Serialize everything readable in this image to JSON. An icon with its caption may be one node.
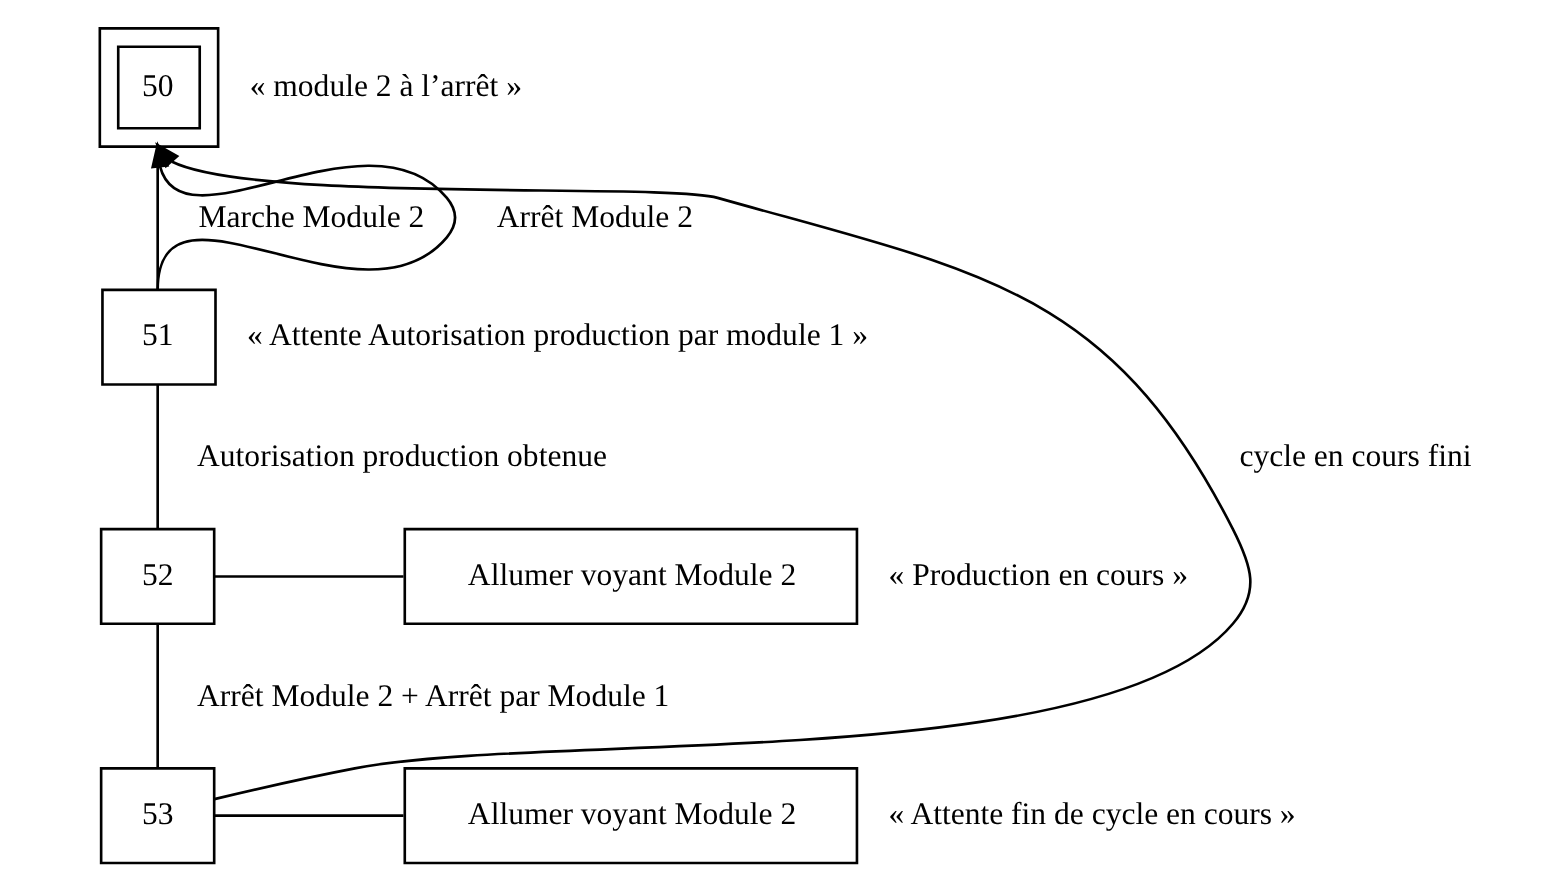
{
  "diagram": {
    "nodes": [
      {
        "text": [
          "50"
        ],
        "beside": [
          "« module 2 à l’arrêt »"
        ]
      },
      {
        "text": [
          "51"
        ],
        "beside": [
          "« Attente Autorisation production par module 1 »"
        ]
      },
      {
        "text": [
          "52"
        ]
      },
      {
        "text": [
          "Allumer voyant Module 2"
        ],
        "beside": [
          "« Production en cours »"
        ]
      },
      {
        "text": [
          "53"
        ]
      },
      {
        "text": [
          "Allumer voyant Module 2"
        ],
        "beside": [
          "« Attente fin de cycle en cours »"
        ]
      }
    ],
    "edges": [
      {
        "from": 0,
        "to": 1,
        "arrow": "none",
        "label": "Marche Module 2"
      },
      {
        "from": 1,
        "to": 0,
        "arrow": "to",
        "label": "Arrêt Module 2"
      },
      {
        "from": 1,
        "to": 2,
        "arrow": "none",
        "label": "Autorisation production obtenue"
      },
      {
        "from": 2,
        "to": 3,
        "arrow": "none"
      },
      {
        "from": 2,
        "to": 4,
        "arrow": "none",
        "label": "Arrêt Module 2 + Arrêt par Module 1"
      },
      {
        "from": 4,
        "to": 5,
        "arrow": "none"
      },
      {
        "from": 4,
        "to": 0,
        "arrow": "to",
        "label": "cycle en cours fini"
      }
    ]
  }
}
